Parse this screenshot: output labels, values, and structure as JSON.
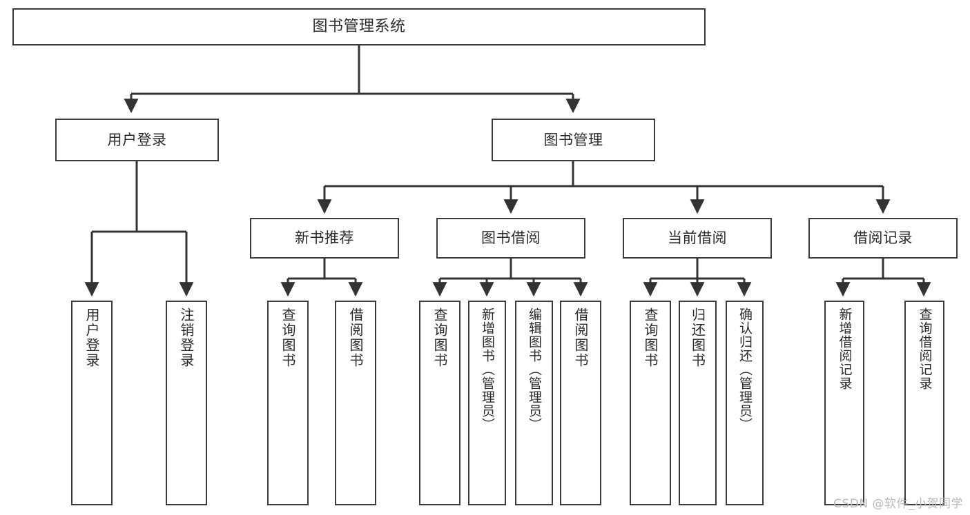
{
  "diagram": {
    "type": "tree",
    "title": "图书管理系统",
    "orientation": "top-down",
    "colors": {
      "border": "#3b3b3b",
      "text": "#2b2b2b",
      "background": "#ffffff",
      "edge": "#333333",
      "watermark": "#b9b9b9"
    },
    "watermark": "CSDN @软件_小贺同学"
  },
  "nodes": {
    "root": {
      "label": "图书管理系统",
      "level": 1
    },
    "level2": [
      {
        "id": "user-login",
        "label": "用户登录"
      },
      {
        "id": "book-manage",
        "label": "图书管理"
      }
    ],
    "level3": [
      {
        "id": "new-book-rec",
        "label": "新书推荐",
        "parent": "book-manage"
      },
      {
        "id": "book-borrow",
        "label": "图书借阅",
        "parent": "book-manage"
      },
      {
        "id": "current-borrow",
        "label": "当前借阅",
        "parent": "book-manage"
      },
      {
        "id": "borrow-record",
        "label": "借阅记录",
        "parent": "book-manage"
      }
    ],
    "leaves": {
      "user-login": [
        {
          "id": "leaf-user-login",
          "label": "用户登录"
        },
        {
          "id": "leaf-logout",
          "label": "注销登录"
        }
      ],
      "new-book-rec": [
        {
          "id": "leaf-query-book-1",
          "label": "查询图书"
        },
        {
          "id": "leaf-borrow-book-1",
          "label": "借阅图书"
        }
      ],
      "book-borrow": [
        {
          "id": "leaf-query-book-2",
          "label": "查询图书"
        },
        {
          "id": "leaf-add-book",
          "label": "新增图书（管理员）"
        },
        {
          "id": "leaf-edit-book",
          "label": "编辑图书（管理员）"
        },
        {
          "id": "leaf-borrow-book-2",
          "label": "借阅图书"
        }
      ],
      "current-borrow": [
        {
          "id": "leaf-query-book-3",
          "label": "查询图书"
        },
        {
          "id": "leaf-return-book",
          "label": "归还图书"
        },
        {
          "id": "leaf-confirm-return",
          "label": "确认归还（管理员）"
        }
      ],
      "borrow-record": [
        {
          "id": "leaf-add-record",
          "label": "新增借阅记录"
        },
        {
          "id": "leaf-query-record",
          "label": "查询借阅记录"
        }
      ]
    }
  }
}
